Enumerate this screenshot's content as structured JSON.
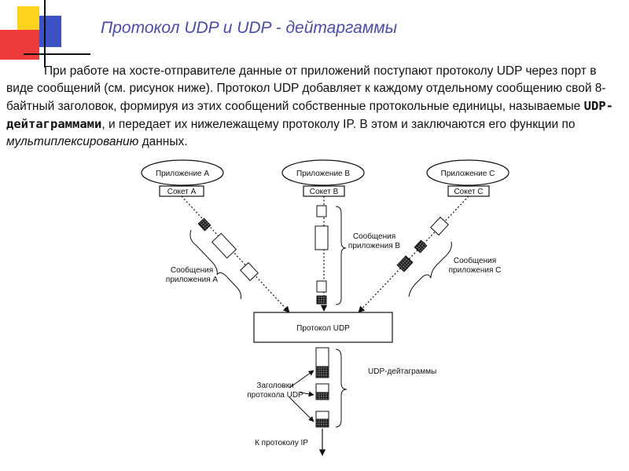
{
  "slide": {
    "title": "Протокол UDP и UDP - дейтаргаммы",
    "text": {
      "part1": "При работе на хосте-отправителе данные от приложений поступают протоколу UDP через порт в виде сообщений (см. рисунок ниже). Протокол UDP добавляет к каждому отдельному сообщению свой 8-байтный заголовок, формируя из этих сообщений собственные протокольные единицы, называемые ",
      "bold": "UDP-дейтаграммами",
      "part2": ", и передает их нижележащему протоколу IP. В этом и заключаются его функции по ",
      "italic": "мультиплексированию",
      "part3": " данных."
    }
  },
  "diagram": {
    "apps": [
      {
        "label": "Приложение А",
        "socket": "Сокет А"
      },
      {
        "label": "Приложение В",
        "socket": "Сокет В"
      },
      {
        "label": "Приложение С",
        "socket": "Сокет С"
      }
    ],
    "messages_a": {
      "line1": "Сообщения",
      "line2": "приложения А"
    },
    "messages_b": {
      "line1": "Сообщения",
      "line2": "приложения В"
    },
    "messages_c": {
      "line1": "Сообщения",
      "line2": "приложения С"
    },
    "protocol": "Протокол UDP",
    "datagrams": "UDP-дейтаграммы",
    "headers": {
      "line1": "Заголовки",
      "line2": "протокола UDP"
    },
    "to_ip": "К протоколу IP"
  }
}
